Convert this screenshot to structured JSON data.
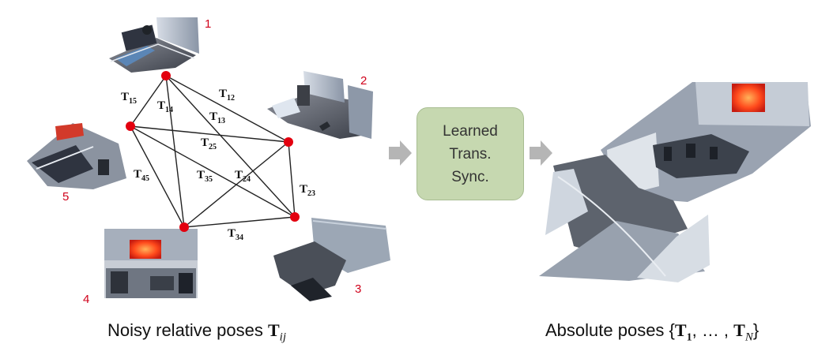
{
  "graph": {
    "edges": [
      {
        "id": "15",
        "base": "T",
        "sub": "15"
      },
      {
        "id": "14",
        "base": "T",
        "sub": "14"
      },
      {
        "id": "12",
        "base": "T",
        "sub": "12"
      },
      {
        "id": "13",
        "base": "T",
        "sub": "13"
      },
      {
        "id": "25",
        "base": "T",
        "sub": "25"
      },
      {
        "id": "45",
        "base": "T",
        "sub": "45"
      },
      {
        "id": "35",
        "base": "T",
        "sub": "35"
      },
      {
        "id": "24",
        "base": "T",
        "sub": "24"
      },
      {
        "id": "23",
        "base": "T",
        "sub": "23"
      },
      {
        "id": "34",
        "base": "T",
        "sub": "34"
      }
    ],
    "scan_numbers": [
      "1",
      "2",
      "3",
      "4",
      "5"
    ]
  },
  "sync_box": {
    "line1": "Learned",
    "line2": "Trans.",
    "line3": "Sync."
  },
  "captions": {
    "left_text": "Noisy relative poses ",
    "left_symbol": "T",
    "left_sub": "ij",
    "right_text": "Absolute poses ",
    "right_open": "{",
    "right_sym1": "T",
    "right_sub1": "1",
    "right_mid": ", … , ",
    "right_sym2": "T",
    "right_sub2": "N",
    "right_close": "}"
  },
  "colors": {
    "node": "#e3000f",
    "scan_number": "#d0021b",
    "sync_box_fill": "#c6d8b0",
    "arrow": "#b5b5b5"
  }
}
